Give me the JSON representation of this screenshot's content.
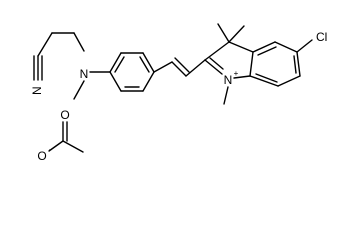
{
  "molecule": {
    "atoms": {
      "cation_nitrile_n": "N",
      "amine_n": "N",
      "chlorine": "Cl",
      "indolium_n": "N",
      "indolium_charge": "+",
      "acetate_o": "O",
      "acetate_charge": "-",
      "acetate_o2": "O"
    }
  }
}
